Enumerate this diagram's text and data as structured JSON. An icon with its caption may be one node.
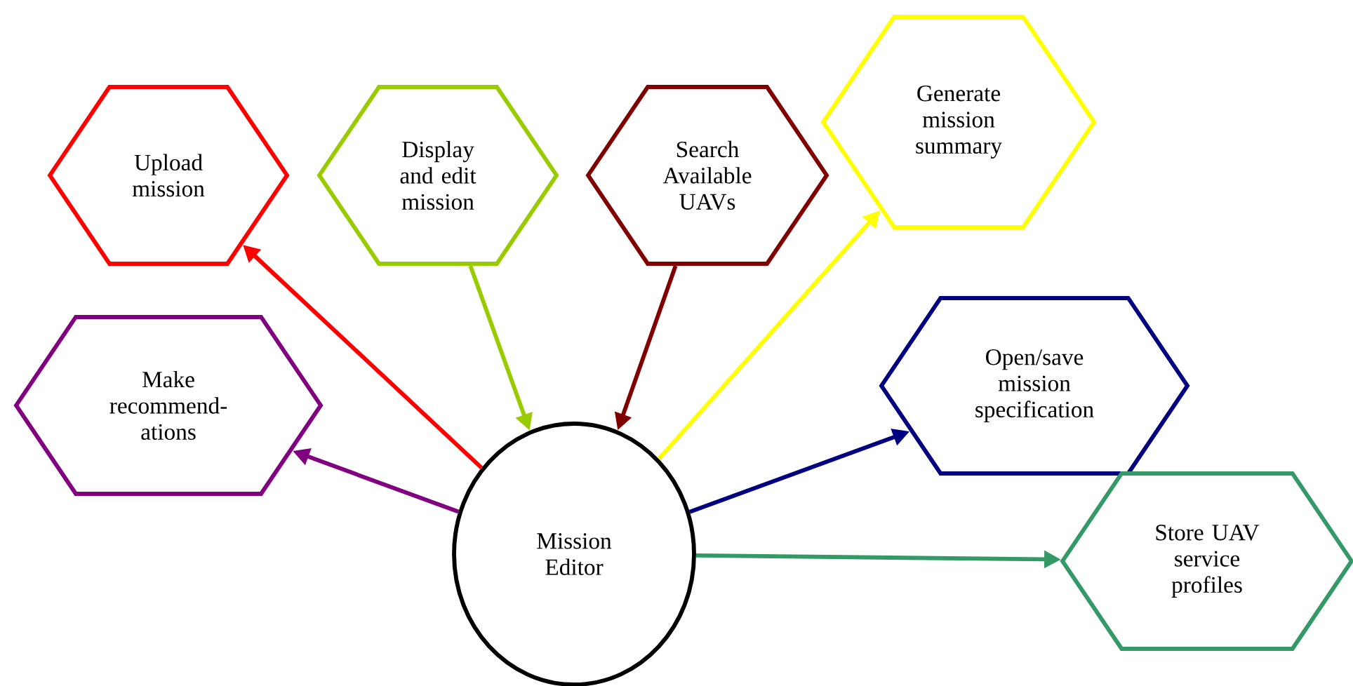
{
  "diagram": {
    "nodes": [
      {
        "text": [
          "Upload mission"
        ]
      },
      {
        "text": [
          "Display and edit mission"
        ]
      },
      {
        "text": [
          "Search Available UAVs"
        ]
      },
      {
        "text": [
          "Generate mission summary"
        ]
      },
      {
        "text": [
          "Make recommend-ations"
        ]
      },
      {
        "text": [
          "Open/save mission specification"
        ]
      },
      {
        "text": [
          "Store UAV service profiles"
        ]
      },
      {
        "text": [
          "Mission Editor"
        ]
      }
    ],
    "edges": [
      {
        "from": 7,
        "to": 0,
        "arrow": "to",
        "color": "#ff0000"
      },
      {
        "from": 1,
        "to": 7,
        "arrow": "to",
        "color": "#99cc00"
      },
      {
        "from": 2,
        "to": 7,
        "arrow": "to",
        "color": "#800000"
      },
      {
        "from": 7,
        "to": 3,
        "arrow": "to",
        "color": "#ffff00"
      },
      {
        "from": 7,
        "to": 4,
        "arrow": "to",
        "color": "#800080"
      },
      {
        "from": 7,
        "to": 5,
        "arrow": "to",
        "color": "#000080"
      },
      {
        "from": 7,
        "to": 6,
        "arrow": "to",
        "color": "#339966"
      }
    ]
  }
}
